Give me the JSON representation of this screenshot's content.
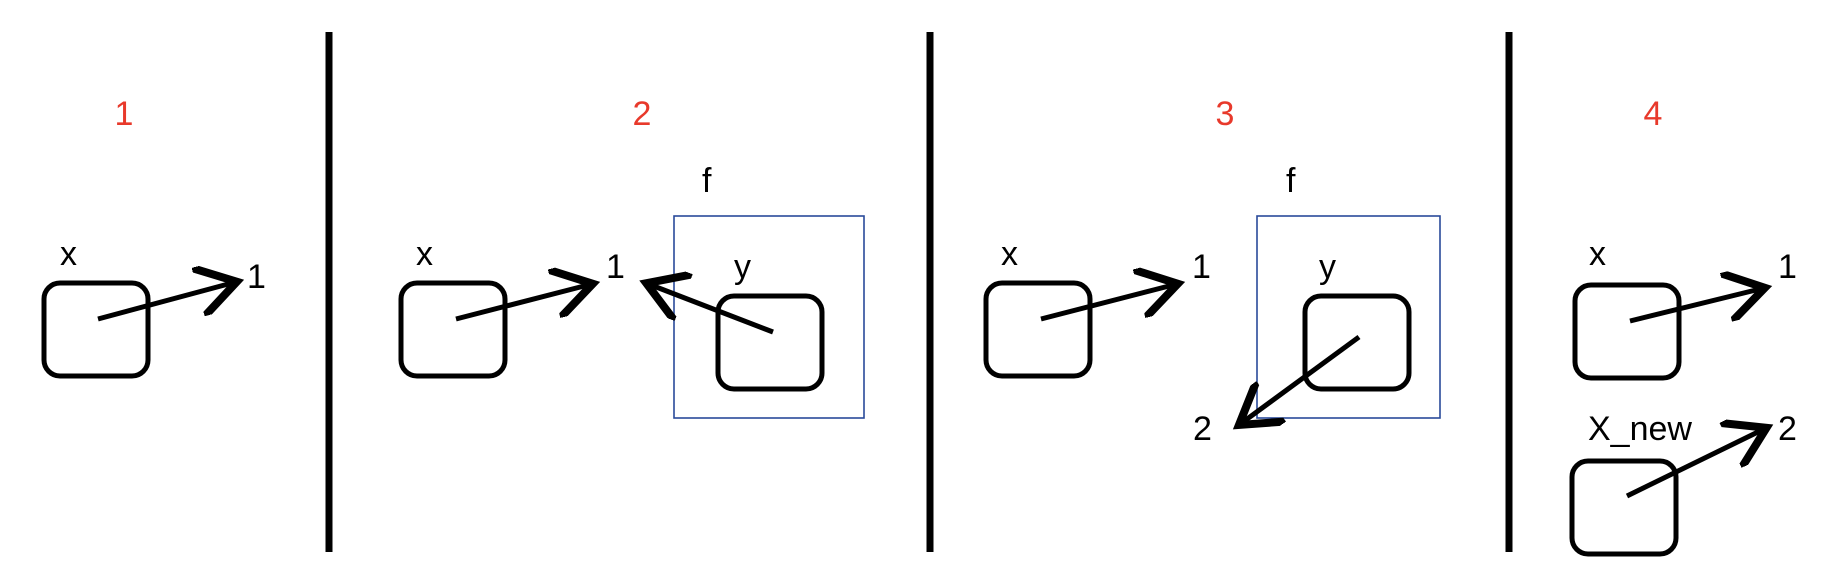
{
  "steps": [
    {
      "number": "1",
      "variables": [
        {
          "name": "x",
          "value": "1"
        }
      ]
    },
    {
      "number": "2",
      "variables": [
        {
          "name": "x",
          "value": "1"
        }
      ],
      "function": {
        "name": "f",
        "variable": "y",
        "value": "1"
      }
    },
    {
      "number": "3",
      "variables": [
        {
          "name": "x",
          "value": "1"
        }
      ],
      "function": {
        "name": "f",
        "variable": "y",
        "value": "2"
      }
    },
    {
      "number": "4",
      "variables": [
        {
          "name": "x",
          "value": "1"
        },
        {
          "name": "X_new",
          "value": "2"
        }
      ]
    }
  ],
  "colors": {
    "step_number": "#e8392b",
    "function_frame": "#2a4a9a",
    "ink": "#000000"
  }
}
